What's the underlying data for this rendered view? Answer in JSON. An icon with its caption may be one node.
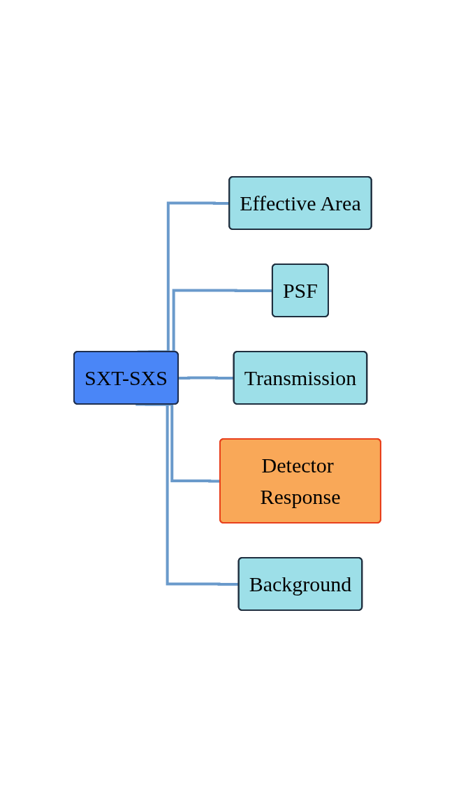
{
  "diagram": {
    "nodes": [
      {
        "text": [
          "SXT-SXS"
        ]
      },
      {
        "text": [
          "Effective Area"
        ]
      },
      {
        "text": [
          "PSF"
        ]
      },
      {
        "text": [
          "Transmission"
        ]
      },
      {
        "text": [
          "Detector Response"
        ]
      },
      {
        "text": [
          "Background"
        ]
      }
    ],
    "edges": [
      {
        "from": 0,
        "to": 1,
        "arrow": "none"
      },
      {
        "from": 0,
        "to": 2,
        "arrow": "none"
      },
      {
        "from": 0,
        "to": 3,
        "arrow": "none"
      },
      {
        "from": 0,
        "to": 4,
        "arrow": "none"
      },
      {
        "from": 0,
        "to": 5,
        "arrow": "none"
      }
    ]
  }
}
